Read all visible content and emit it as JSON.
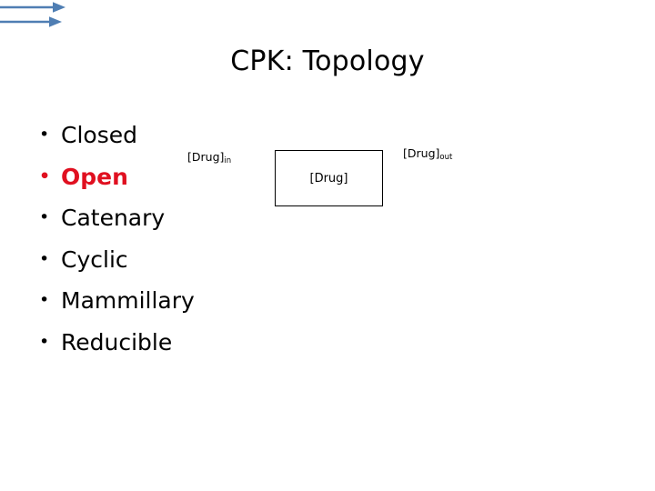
{
  "slide": {
    "title": "CPK: Topology",
    "background_color": "#FFFFFF"
  },
  "bullets": {
    "accent_color": "#E01020",
    "items": [
      {
        "label": "Closed",
        "emphasis": false
      },
      {
        "label": "Open",
        "emphasis": true
      },
      {
        "label": "Catenary",
        "emphasis": false
      },
      {
        "label": "Cyclic",
        "emphasis": false
      },
      {
        "label": "Mammillary",
        "emphasis": false
      },
      {
        "label": "Reducible",
        "emphasis": false
      }
    ]
  },
  "diagram": {
    "arrow_color": "#4F7EB3",
    "box_border_color": "#000000",
    "compartment": {
      "label_base": "[Drug]"
    },
    "inflow": {
      "label_base": "[Drug]",
      "label_sub": "in"
    },
    "outflow": {
      "label_base": "[Drug]",
      "label_sub": "out"
    }
  }
}
